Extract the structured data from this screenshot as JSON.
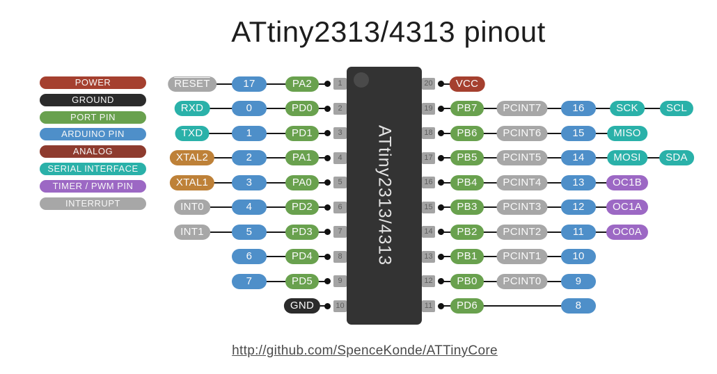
{
  "title": "ATtiny2313/4313 pinout",
  "chip": {
    "label": "ATtiny2313/4313"
  },
  "footer": {
    "link_text": "http://github.com/SpenceKonde/ATTinyCore"
  },
  "colors": {
    "power": "#A5402F",
    "ground": "#2B2B2B",
    "port": "#69A14E",
    "arduino": "#4E8FC9",
    "analog": "#8E3B2E",
    "serial": "#2AB1A9",
    "timer": "#9C68C4",
    "interrupt": "#A7A7A7",
    "xtal": "#BE8138",
    "chip": "#333333",
    "pin_stub": "#A4A4A4",
    "pin_stub_text": "#5E5E5E",
    "wire": "#161616"
  },
  "legend": [
    {
      "label": "POWER",
      "color": "power"
    },
    {
      "label": "GROUND",
      "color": "ground"
    },
    {
      "label": "PORT PIN",
      "color": "port"
    },
    {
      "label": "ARDUINO PIN",
      "color": "arduino"
    },
    {
      "label": "ANALOG",
      "color": "analog"
    },
    {
      "label": "SERIAL INTERFACE",
      "color": "serial"
    },
    {
      "label": "TIMER / PWM PIN",
      "color": "timer"
    },
    {
      "label": "INTERRUPT",
      "color": "interrupt"
    }
  ],
  "pins": {
    "left": [
      {
        "pin": "1",
        "badges": [
          {
            "text": "RESET",
            "color": "interrupt",
            "col": "func",
            "overline": true
          },
          {
            "text": "17",
            "color": "arduino",
            "col": "num"
          },
          {
            "text": "PA2",
            "color": "port",
            "col": "port"
          }
        ]
      },
      {
        "pin": "2",
        "badges": [
          {
            "text": "RXD",
            "color": "serial",
            "col": "func"
          },
          {
            "text": "0",
            "color": "arduino",
            "col": "num"
          },
          {
            "text": "PD0",
            "color": "port",
            "col": "port"
          }
        ]
      },
      {
        "pin": "3",
        "badges": [
          {
            "text": "TXD",
            "color": "serial",
            "col": "func"
          },
          {
            "text": "1",
            "color": "arduino",
            "col": "num"
          },
          {
            "text": "PD1",
            "color": "port",
            "col": "port"
          }
        ]
      },
      {
        "pin": "4",
        "badges": [
          {
            "text": "XTAL2",
            "color": "xtal",
            "col": "func"
          },
          {
            "text": "2",
            "color": "arduino",
            "col": "num"
          },
          {
            "text": "PA1",
            "color": "port",
            "col": "port"
          }
        ]
      },
      {
        "pin": "5",
        "badges": [
          {
            "text": "XTAL1",
            "color": "xtal",
            "col": "func"
          },
          {
            "text": "3",
            "color": "arduino",
            "col": "num"
          },
          {
            "text": "PA0",
            "color": "port",
            "col": "port"
          }
        ]
      },
      {
        "pin": "6",
        "badges": [
          {
            "text": "INT0",
            "color": "interrupt",
            "col": "func"
          },
          {
            "text": "4",
            "color": "arduino",
            "col": "num"
          },
          {
            "text": "PD2",
            "color": "port",
            "col": "port"
          }
        ]
      },
      {
        "pin": "7",
        "badges": [
          {
            "text": "INT1",
            "color": "interrupt",
            "col": "func"
          },
          {
            "text": "5",
            "color": "arduino",
            "col": "num"
          },
          {
            "text": "PD3",
            "color": "port",
            "col": "port"
          }
        ]
      },
      {
        "pin": "8",
        "badges": [
          {
            "text": "6",
            "color": "arduino",
            "col": "num"
          },
          {
            "text": "PD4",
            "color": "port",
            "col": "port"
          }
        ]
      },
      {
        "pin": "9",
        "badges": [
          {
            "text": "7",
            "color": "arduino",
            "col": "num"
          },
          {
            "text": "PD5",
            "color": "port",
            "col": "port"
          }
        ]
      },
      {
        "pin": "10",
        "badges": [
          {
            "text": "GND",
            "color": "ground",
            "col": "port"
          }
        ]
      }
    ],
    "right": [
      {
        "pin": "20",
        "badges": [
          {
            "text": "VCC",
            "color": "power",
            "col": "port"
          }
        ]
      },
      {
        "pin": "19",
        "badges": [
          {
            "text": "PB7",
            "color": "port",
            "col": "port"
          },
          {
            "text": "PCINT7",
            "color": "interrupt",
            "col": "pcint"
          },
          {
            "text": "16",
            "color": "arduino",
            "col": "num"
          },
          {
            "text": "SCK",
            "color": "serial",
            "col": "extra1"
          },
          {
            "text": "SCL",
            "color": "serial",
            "col": "extra2"
          }
        ]
      },
      {
        "pin": "18",
        "badges": [
          {
            "text": "PB6",
            "color": "port",
            "col": "port"
          },
          {
            "text": "PCINT6",
            "color": "interrupt",
            "col": "pcint"
          },
          {
            "text": "15",
            "color": "arduino",
            "col": "num"
          },
          {
            "text": "MISO",
            "color": "serial",
            "col": "extra1"
          }
        ]
      },
      {
        "pin": "17",
        "badges": [
          {
            "text": "PB5",
            "color": "port",
            "col": "port"
          },
          {
            "text": "PCINT5",
            "color": "interrupt",
            "col": "pcint"
          },
          {
            "text": "14",
            "color": "arduino",
            "col": "num"
          },
          {
            "text": "MOSI",
            "color": "serial",
            "col": "extra1"
          },
          {
            "text": "SDA",
            "color": "serial",
            "col": "extra2"
          }
        ]
      },
      {
        "pin": "16",
        "badges": [
          {
            "text": "PB4",
            "color": "port",
            "col": "port"
          },
          {
            "text": "PCINT4",
            "color": "interrupt",
            "col": "pcint"
          },
          {
            "text": "13",
            "color": "arduino",
            "col": "num"
          },
          {
            "text": "OC1B",
            "color": "timer",
            "col": "extra1"
          }
        ]
      },
      {
        "pin": "15",
        "badges": [
          {
            "text": "PB3",
            "color": "port",
            "col": "port"
          },
          {
            "text": "PCINT3",
            "color": "interrupt",
            "col": "pcint"
          },
          {
            "text": "12",
            "color": "arduino",
            "col": "num"
          },
          {
            "text": "OC1A",
            "color": "timer",
            "col": "extra1"
          }
        ]
      },
      {
        "pin": "14",
        "badges": [
          {
            "text": "PB2",
            "color": "port",
            "col": "port"
          },
          {
            "text": "PCINT2",
            "color": "interrupt",
            "col": "pcint"
          },
          {
            "text": "11",
            "color": "arduino",
            "col": "num"
          },
          {
            "text": "OC0A",
            "color": "timer",
            "col": "extra1"
          }
        ]
      },
      {
        "pin": "13",
        "badges": [
          {
            "text": "PB1",
            "color": "port",
            "col": "port"
          },
          {
            "text": "PCINT1",
            "color": "interrupt",
            "col": "pcint"
          },
          {
            "text": "10",
            "color": "arduino",
            "col": "num"
          }
        ]
      },
      {
        "pin": "12",
        "badges": [
          {
            "text": "PB0",
            "color": "port",
            "col": "port"
          },
          {
            "text": "PCINT0",
            "color": "interrupt",
            "col": "pcint"
          },
          {
            "text": "9",
            "color": "arduino",
            "col": "num"
          }
        ]
      },
      {
        "pin": "11",
        "badges": [
          {
            "text": "PD6",
            "color": "port",
            "col": "port"
          },
          {
            "text": "8",
            "color": "arduino",
            "col": "num"
          }
        ]
      }
    ]
  }
}
